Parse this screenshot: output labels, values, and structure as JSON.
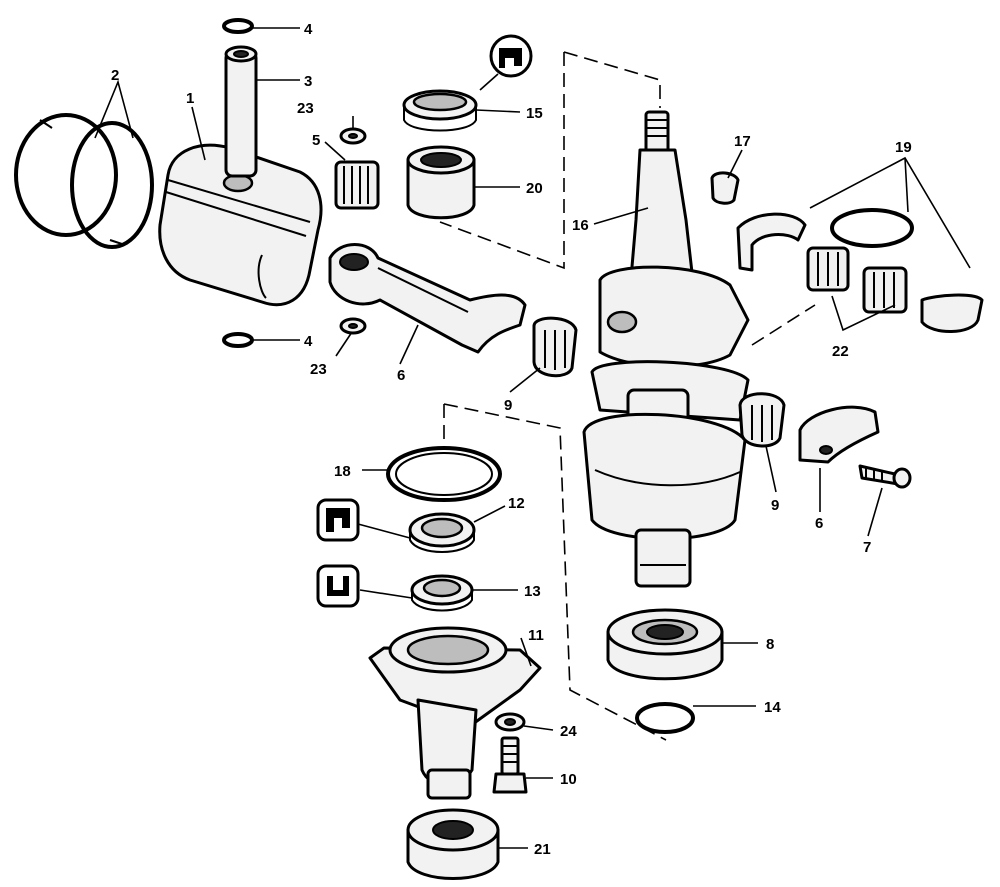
{
  "labels": {
    "l1": "1",
    "l2": "2",
    "l3": "3",
    "l4a": "4",
    "l4b": "4",
    "l5": "5",
    "l6a": "6",
    "l6b": "6",
    "l7": "7",
    "l8": "8",
    "l9a": "9",
    "l9b": "9",
    "l10": "10",
    "l11": "11",
    "l12": "12",
    "l13": "13",
    "l14": "14",
    "l15": "15",
    "l16": "16",
    "l17": "17",
    "l18": "18",
    "l19": "19",
    "l20": "20",
    "l21": "21",
    "l22": "22",
    "l23a": "23",
    "l23b": "23",
    "l24": "24"
  },
  "icons": [
    "sealant-icon-top",
    "sealant-icon-middle",
    "sealant-icon-bottom"
  ]
}
